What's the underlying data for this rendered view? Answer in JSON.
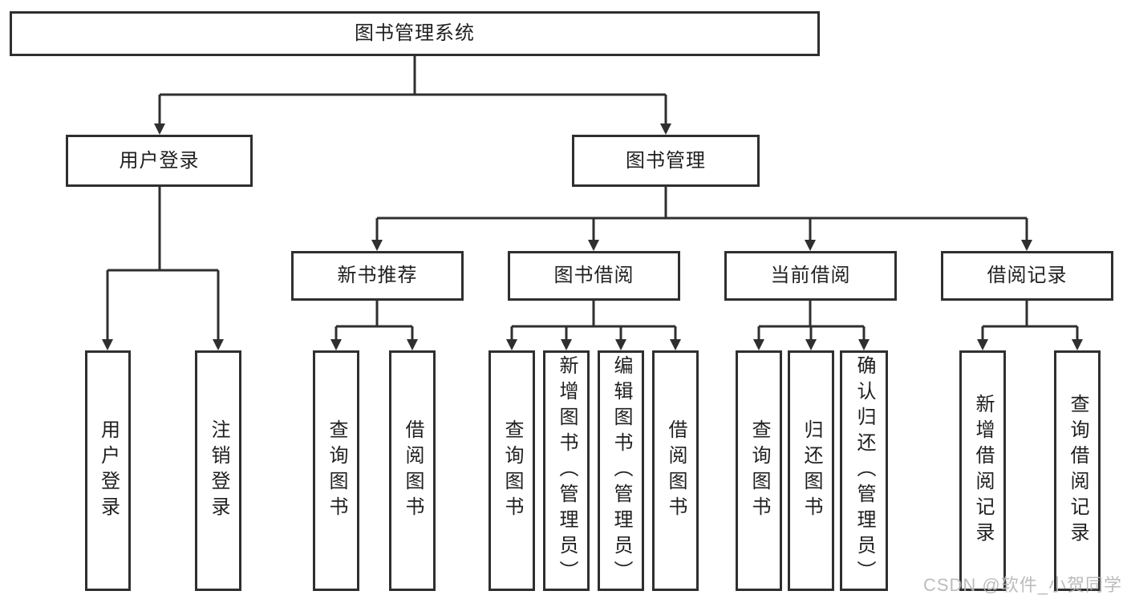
{
  "diagram": {
    "root": {
      "label": "图书管理系统"
    },
    "branches": {
      "login": {
        "label": "用户登录",
        "children": [
          {
            "label": "用户登录"
          },
          {
            "label": "注销登录"
          }
        ]
      },
      "mgmt": {
        "label": "图书管理",
        "children": [
          {
            "label": "新书推荐",
            "children": [
              {
                "label": "查询图书"
              },
              {
                "label": "借阅图书"
              }
            ]
          },
          {
            "label": "图书借阅",
            "children": [
              {
                "label": "查询图书"
              },
              {
                "label": "新增图书（管理员）"
              },
              {
                "label": "编辑图书（管理员）"
              },
              {
                "label": "借阅图书"
              }
            ]
          },
          {
            "label": "当前借阅",
            "children": [
              {
                "label": "查询图书"
              },
              {
                "label": "归还图书"
              },
              {
                "label": "确认归还（管理员）"
              }
            ]
          },
          {
            "label": "借阅记录",
            "children": [
              {
                "label": "新增借阅记录"
              },
              {
                "label": "查询借阅记录"
              }
            ]
          }
        ]
      }
    }
  },
  "watermark": {
    "text": "CSDN @软件_小贺同学"
  },
  "colors": {
    "line": "#2f2f2f",
    "text": "#1f1f1f",
    "box_bg": "#ffffff",
    "watermark": "#b5b5b5",
    "background": "#ffffff"
  }
}
